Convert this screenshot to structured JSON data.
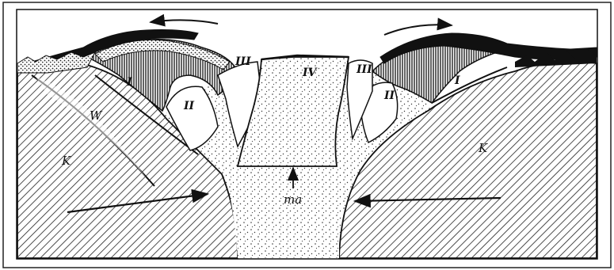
{
  "figure": {
    "labels": {
      "zone_I_left": "I",
      "zone_II_left": "II",
      "zone_III_left": "III",
      "zone_IV": "IV",
      "zone_III_right": "III",
      "zone_II_right": "II",
      "zone_I_right": "I",
      "block_W": "W",
      "block_K_left": "K",
      "block_K_right": "K",
      "magma": "ma"
    },
    "colors": {
      "ink": "#111111",
      "paper": "#ffffff"
    }
  }
}
